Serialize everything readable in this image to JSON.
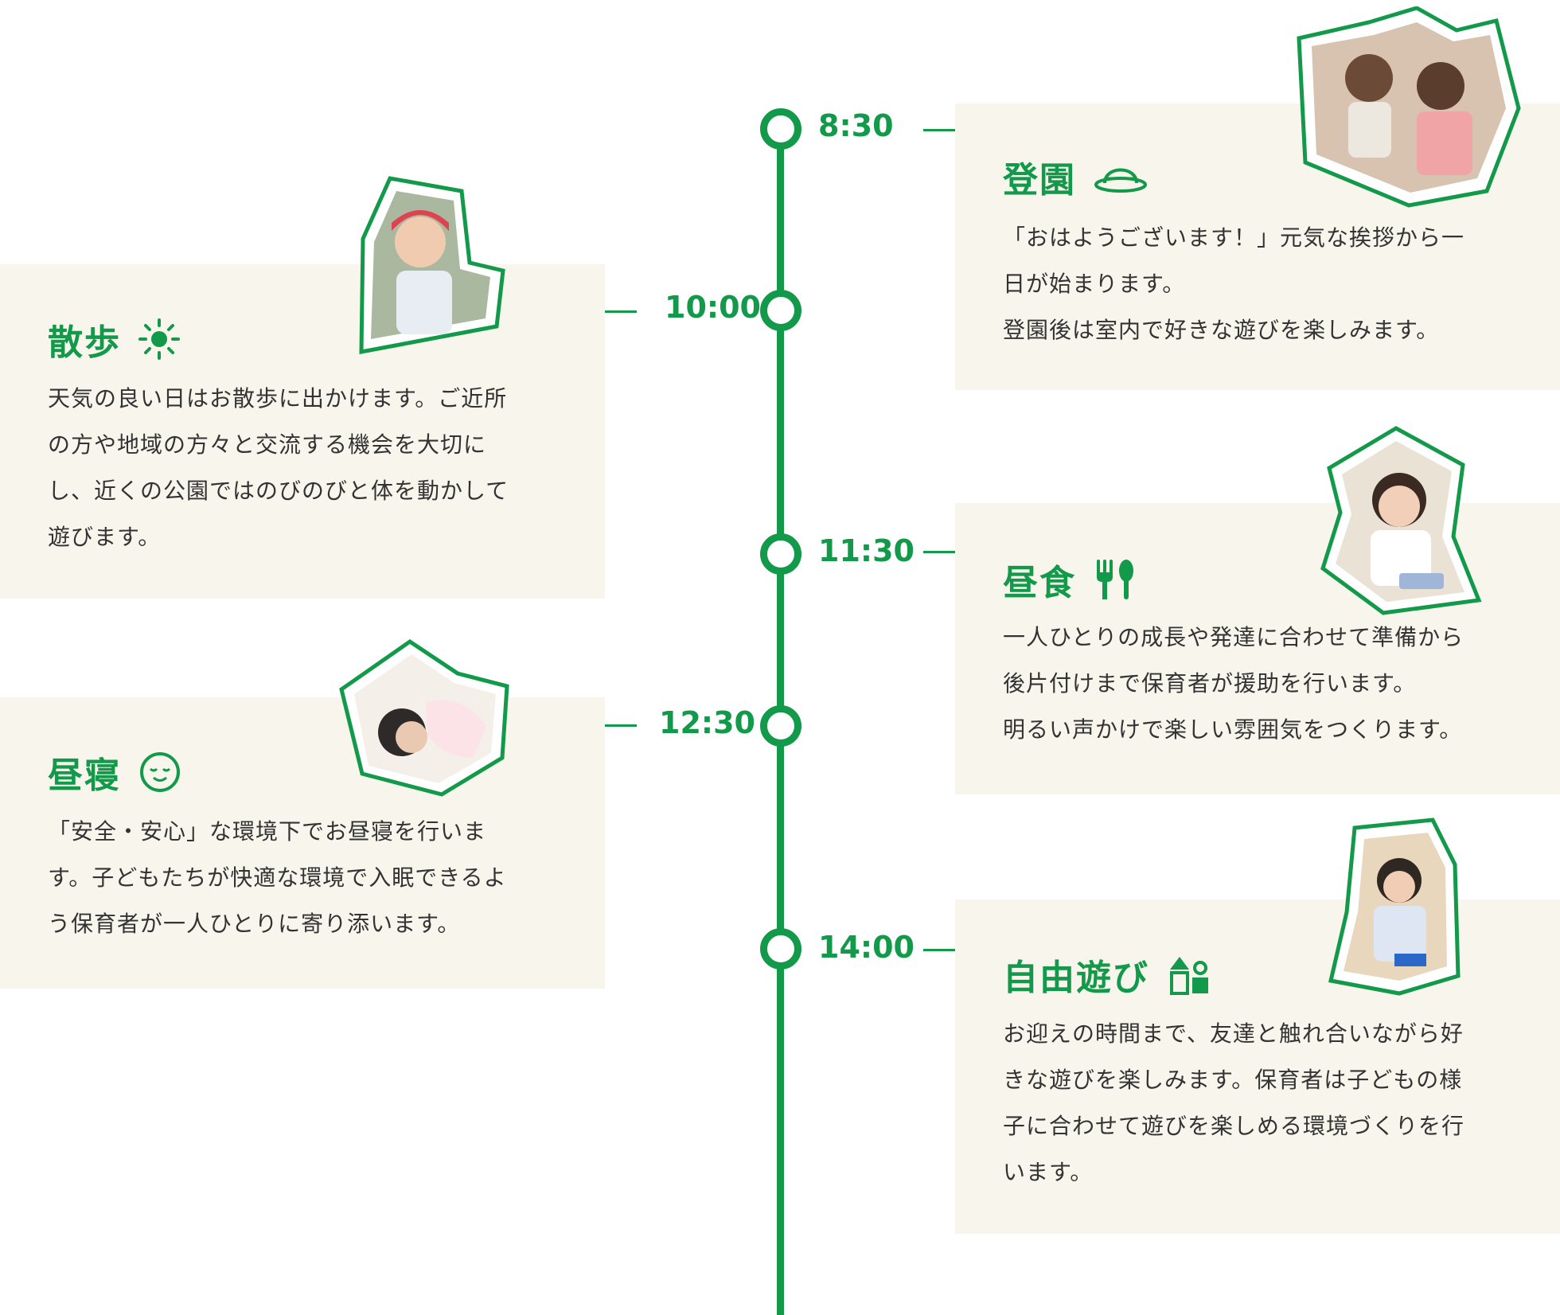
{
  "colors": {
    "accent": "#12994a",
    "card_bg": "#f8f5ec",
    "text": "#333333"
  },
  "timeline": [
    {
      "time": "8:30",
      "title": "登園",
      "icon": "hat-icon",
      "lines": [
        "「おはようございます！」元気な挨拶から一",
        "日が始まります。",
        "登園後は室内で好きな遊びを楽しみます。"
      ]
    },
    {
      "time": "10:00",
      "title": "散歩",
      "icon": "sun-icon",
      "lines": [
        "天気の良い日はお散歩に出かけます。ご近所",
        "の方や地域の方々と交流する機会を大切に",
        "し、近くの公園ではのびのびと体を動かして",
        "遊びます。"
      ]
    },
    {
      "time": "11:30",
      "title": "昼食",
      "icon": "fork-spoon-icon",
      "lines": [
        "一人ひとりの成長や発達に合わせて準備から",
        "後片付けまで保育者が援助を行います。",
        "明るい声かけで楽しい雰囲気をつくります。"
      ]
    },
    {
      "time": "12:30",
      "title": "昼寝",
      "icon": "sleeping-face-icon",
      "lines": [
        "「安全・安心」な環境下でお昼寝を行いま",
        "す。子どもたちが快適な環境で入眠できるよ",
        "う保育者が一人ひとりに寄り添います。"
      ]
    },
    {
      "time": "14:00",
      "title": "自由遊び",
      "icon": "toys-icon",
      "lines": [
        "お迎えの時間まで、友達と触れ合いながら好",
        "きな遊びを楽しみます。保育者は子どもの様",
        "子に合わせて遊びを楽しめる環境づくりを行",
        "います。"
      ]
    }
  ]
}
